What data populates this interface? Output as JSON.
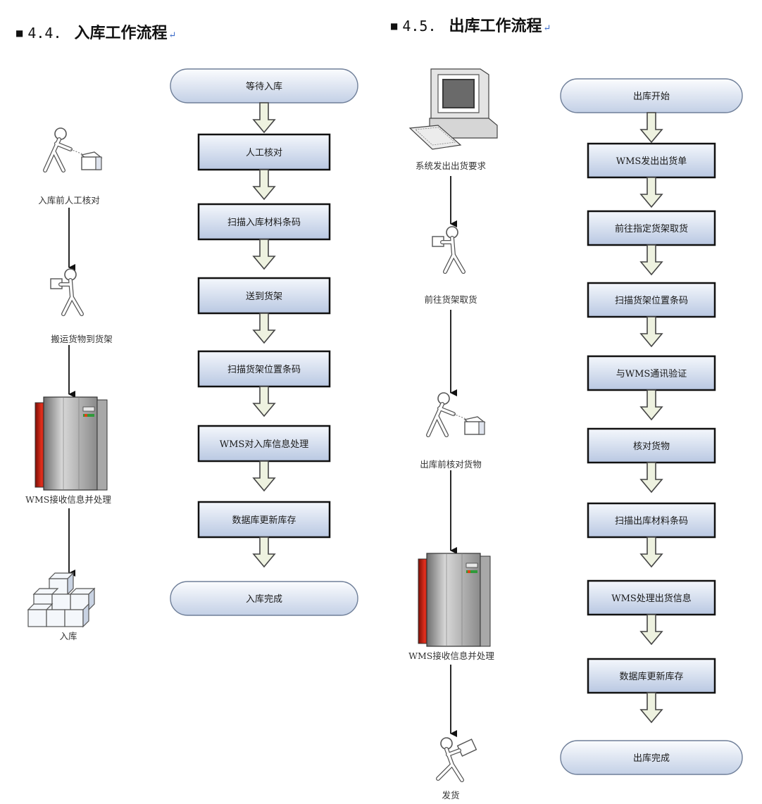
{
  "headings": {
    "inbound": {
      "number": "4.4.",
      "title": "入库工作流程",
      "return_mark": "↵"
    },
    "outbound": {
      "number": "4.5.",
      "title": "出库工作流程",
      "return_mark": "↵"
    }
  },
  "inbound": {
    "start": "等待入库",
    "steps": [
      "人工核对",
      "扫描入库材料条码",
      "送到货架",
      "扫描货架位置条码",
      "WMS对入库信息处理",
      "数据库更新库存"
    ],
    "end": "入库完成",
    "icons": [
      "入库前人工核对",
      "搬运货物到货架",
      "WMS接收信息并处理",
      "入库"
    ]
  },
  "outbound": {
    "start": "出库开始",
    "steps": [
      "WMS发出出货单",
      "前往指定货架取货",
      "扫描货架位置条码",
      "与WMS通讯验证",
      "核对货物",
      "扫描出库材料条码",
      "WMS处理出货信息",
      "数据库更新库存"
    ],
    "end": "出库完成",
    "icons": [
      "系统发出出货要求",
      "前往货架取货",
      "出库前核对货物",
      "WMS接收信息并处理",
      "发货"
    ]
  },
  "colors": {
    "box_fill_top": "#f4f7fc",
    "box_fill_bottom": "#b9c8e2",
    "box_border": "#111111",
    "arrow_fill": "#eef2e0",
    "arrow_stroke": "#444444",
    "server_red": "#c81e10",
    "server_gray": "#9a9a9a"
  }
}
